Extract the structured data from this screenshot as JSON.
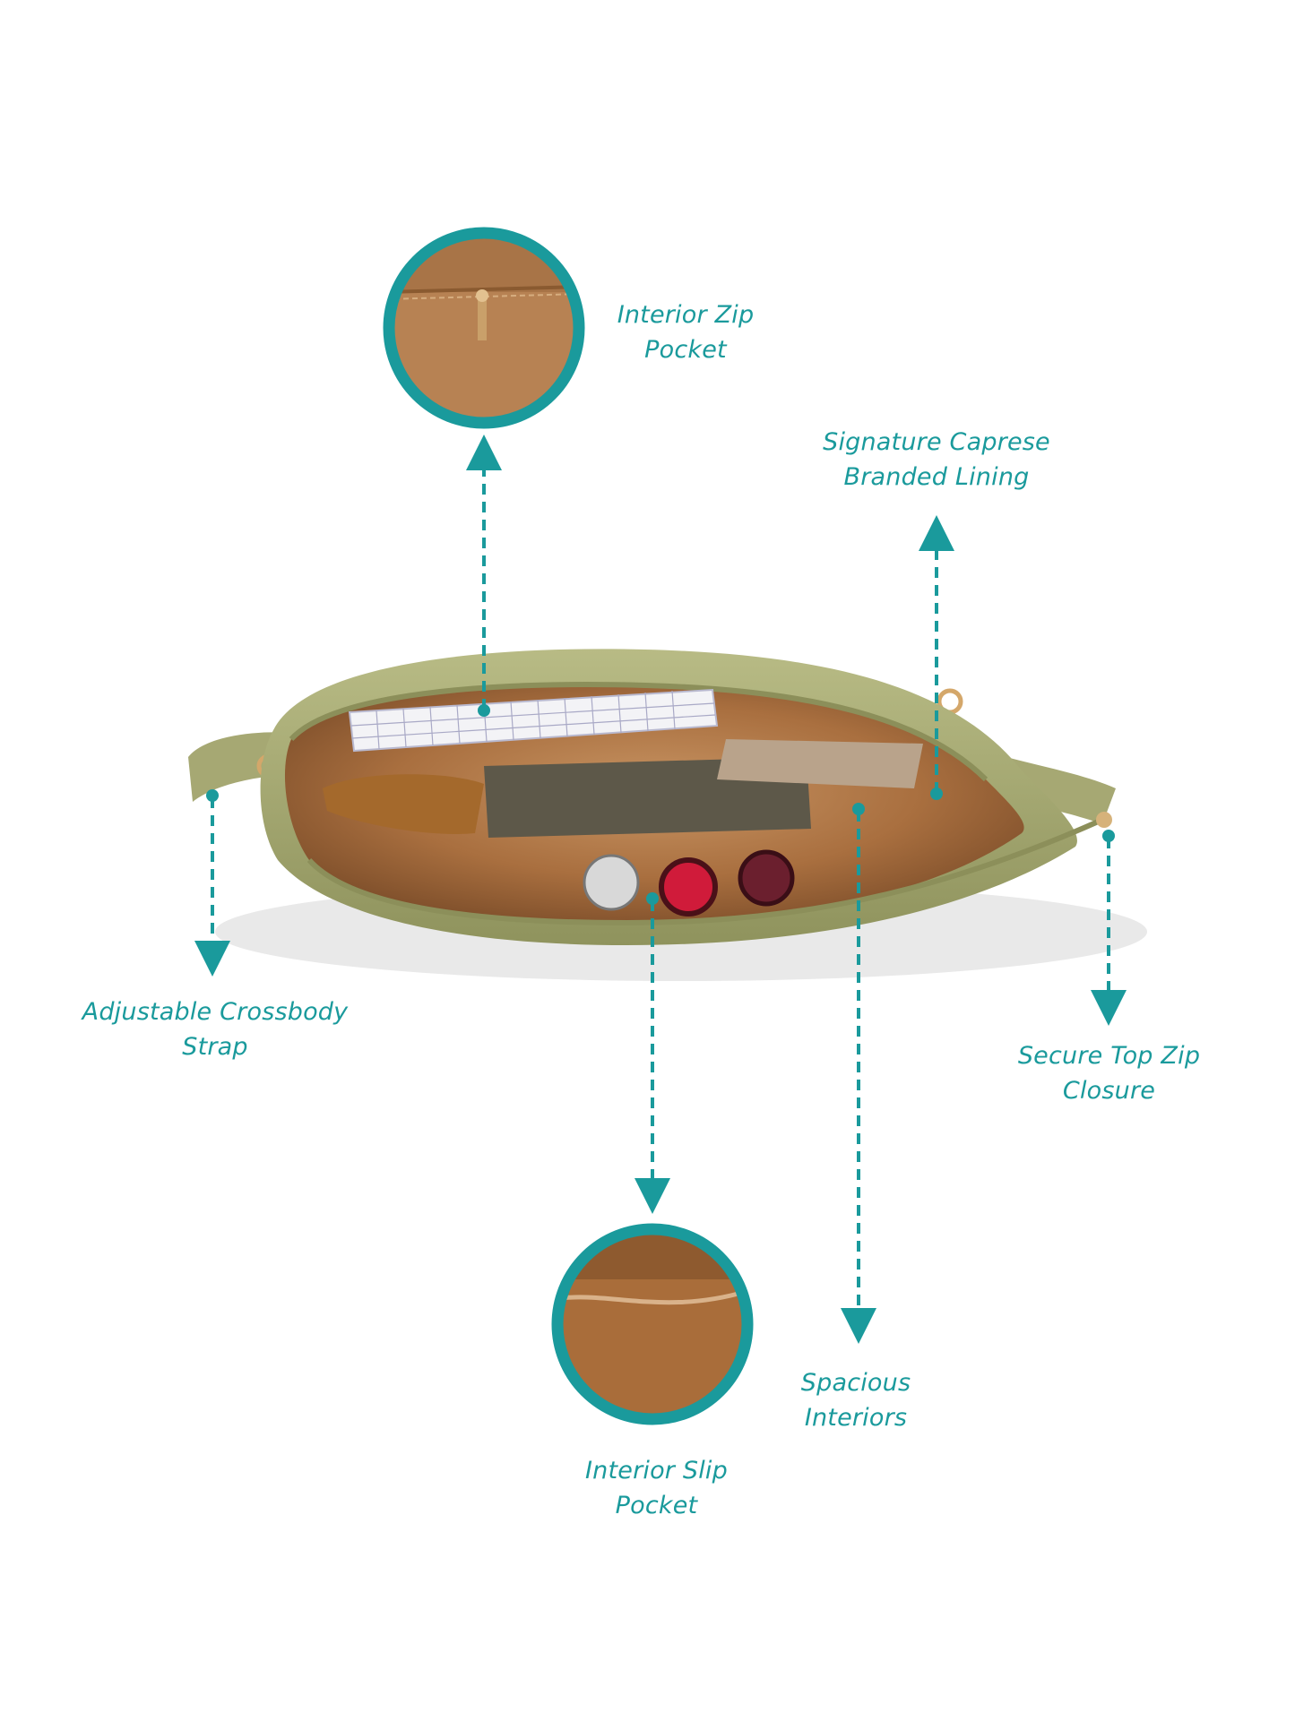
{
  "colors": {
    "accent": "#1a9a9c",
    "bag_olive": "#a9ad76",
    "lining_tan": "#b07a4a",
    "background": "#ffffff"
  },
  "callouts": [
    {
      "id": "interior-zip-pocket",
      "lines": [
        "Interior Zip",
        "Pocket"
      ]
    },
    {
      "id": "signature-lining",
      "lines": [
        "Signature Caprese",
        "Branded Lining"
      ]
    },
    {
      "id": "crossbody-strap",
      "lines": [
        "Adjustable Crossbody",
        "Strap"
      ]
    },
    {
      "id": "top-zip-closure",
      "lines": [
        "Secure Top Zip",
        "Closure"
      ]
    },
    {
      "id": "spacious-interiors",
      "lines": [
        "Spacious",
        "Interiors"
      ]
    },
    {
      "id": "interior-slip-pocket",
      "lines": [
        "Interior Slip",
        "Pocket"
      ]
    }
  ]
}
